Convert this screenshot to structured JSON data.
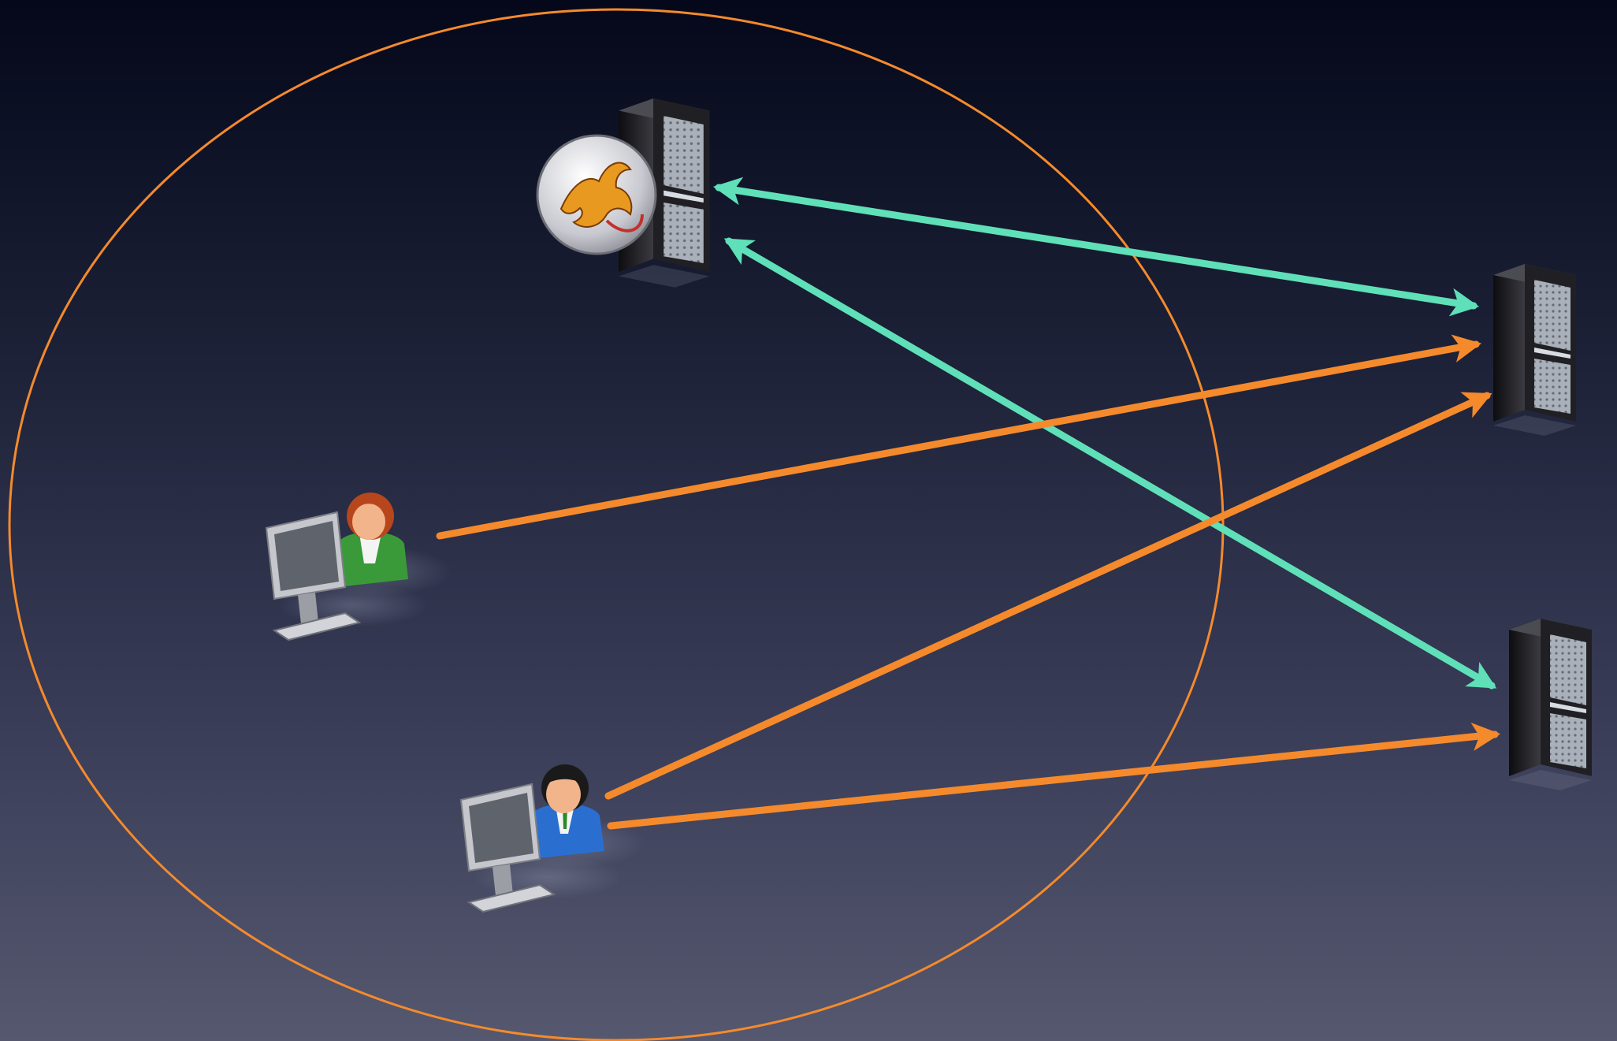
{
  "diagram": {
    "colors": {
      "federation_boundary": "#f58a2c",
      "user_to_service": "#f58a2c",
      "identity_exchange": "#5fe0b8",
      "server_body": "#2a2a2e",
      "server_front": "#c9ced6",
      "woman_shirt": "#3a9a3a",
      "woman_hair": "#b8461c",
      "man_shirt": "#2a6fd0",
      "man_hair": "#1a1a1a",
      "skin": "#f2b48a",
      "badge_face": "#d7d8de",
      "griffin": "#e89a20",
      "monitor": "#c5c7cc"
    },
    "nodes": [
      {
        "id": "idp",
        "kind": "server",
        "icon": "shibboleth-identity-provider-server-icon"
      },
      {
        "id": "sp1",
        "kind": "server",
        "icon": "service-provider-server-icon"
      },
      {
        "id": "sp2",
        "kind": "server",
        "icon": "service-provider-server-icon"
      },
      {
        "id": "user1",
        "kind": "user",
        "icon": "female-user-workstation-icon"
      },
      {
        "id": "user2",
        "kind": "user",
        "icon": "male-user-workstation-icon"
      }
    ],
    "edges": [
      {
        "from": "idp",
        "to": "sp1",
        "style": "identity_exchange",
        "bidirectional": true
      },
      {
        "from": "idp",
        "to": "sp2",
        "style": "identity_exchange",
        "bidirectional": true
      },
      {
        "from": "user1",
        "to": "sp1",
        "style": "user_to_service",
        "bidirectional": false
      },
      {
        "from": "user2",
        "to": "sp1",
        "style": "user_to_service",
        "bidirectional": false
      },
      {
        "from": "user2",
        "to": "sp2",
        "style": "user_to_service",
        "bidirectional": false
      }
    ]
  }
}
